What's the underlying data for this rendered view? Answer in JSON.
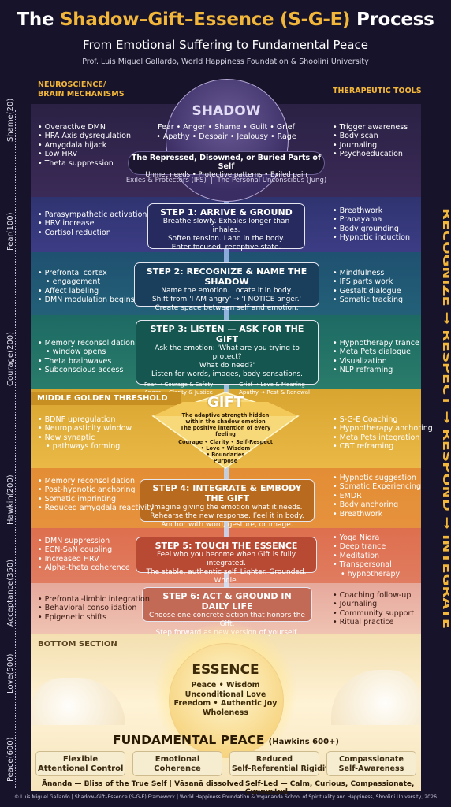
{
  "header": {
    "title_a": "The ",
    "title_b": "Shadow–Gift–Essence (S-G-E)",
    "title_c": " Process",
    "subtitle": "From Emotional Suffering to Fundamental Peace",
    "author": "Prof. Luis Miguel Gallardo, World Happiness Foundation & Shoolini University"
  },
  "columns": {
    "left": "NEUROSCIENCE/\nBRAIN MECHANISMS",
    "right": "THERAPEUTIC TOOLS"
  },
  "hawkins": [
    "Shame(20)",
    "Fear(100)",
    "Courage(200)",
    "Hawkin(200)",
    "Acceptance(350)",
    "Love(500)",
    "Peace(600)"
  ],
  "right_flow": "RECOGNIZE → RESPECT → RESPOND → INTEGRATE",
  "shadow": {
    "title": "SHADOW",
    "emotions1": "Fear • Anger • Shame • Guilt • Grief",
    "emotions2": "• Apathy • Despair • Jealousy • Rage",
    "box_title": "The Repressed, Disowned, or Buried Parts of Self",
    "box_sub": "Unmet needs • Protective patterns • Exiled pain",
    "ifs": "Exiles & Protectors (IFS)",
    "jung": "The Personal Unconscious (Jung)",
    "left": [
      "Overactive DMN",
      "HPA Axis dysregulation",
      "Amygdala hijack",
      "Low HRV",
      "Theta suppression"
    ],
    "right": [
      "Trigger awareness",
      "Body scan",
      "Journaling",
      "Psychoeducation"
    ]
  },
  "step1": {
    "title": "STEP 1: ARRIVE & GROUND",
    "lines": [
      "Breathe slowly. Exhales longer than inhales.",
      "Soften tension. Land in the body.",
      "Enter focused, receptive state."
    ],
    "left": [
      "Parasympathetic activation",
      "HRV increase",
      "Cortisol reduction"
    ],
    "right": [
      "Breathwork",
      "Pranayama",
      "Body grounding",
      "Hypnotic induction"
    ]
  },
  "step2": {
    "title": "STEP 2: RECOGNIZE & NAME THE SHADOW",
    "lines": [
      "Name the emotion. Locate it in body.",
      "Shift from 'I AM angry' → 'I NOTICE anger.'",
      "Create space between self and emotion."
    ],
    "left": [
      "Prefrontal cortex",
      "engagement",
      "Affect labeling",
      "DMN modulation begins"
    ],
    "right": [
      "Mindfulness",
      "IFS parts work",
      "Gestalt dialogue",
      "Somatic tracking"
    ]
  },
  "step3": {
    "title": "STEP 3: LISTEN — ASK FOR THE GIFT",
    "lines": [
      "Ask the emotion: 'What are you trying to protect?",
      "What do need?'",
      "Listen for words, images, body sensations."
    ],
    "pairs": [
      "Fear → Courage & Safety",
      "Grief → Love & Meaning",
      "Anger → Clarity & Justice",
      "Apathy → Rest & Renewal"
    ],
    "left": [
      "Memory reconsolidation",
      "window opens",
      "Theta brainwaves",
      "Subconscious access"
    ],
    "right": [
      "Hypnotherapy trance",
      "Meta Pets dialogue",
      "Visualization",
      "NLP reframing"
    ]
  },
  "gift": {
    "threshold": "MIDDLE GOLDEN THRESHOLD",
    "title": "GIFT",
    "lines": [
      "The adaptive strength hidden",
      "within the shadow emotion",
      "The positive intention of every feeling"
    ],
    "qualities": [
      "Courage • Clarity • Self-Respect",
      "• Love • Wisdom",
      "• Boundaries",
      "Purpose"
    ],
    "left": [
      "BDNF upregulation",
      "Neuroplasticity window",
      "New synaptic",
      "pathways forming"
    ],
    "right": [
      "S-G-E Coaching",
      "Hypnotherapy anchoring",
      "Meta Pets integration",
      "CBT reframing"
    ]
  },
  "step4": {
    "title": "STEP 4: INTEGRATE & EMBODY THE GIFT",
    "lines": [
      "Imagine giving the emotion what it needs.",
      "Rehearse the new response. Feel it in body.",
      "Anchor with word, gesture, or image."
    ],
    "left": [
      "Memory reconsolidation",
      "Post-hypnotic anchoring",
      "Somatic imprinting",
      "Reduced amygdala reactivity"
    ],
    "right": [
      "Hypnotic suggestion",
      "Somatic Experiencing",
      "EMDR",
      "Body anchoring",
      "Breathwork"
    ]
  },
  "step5": {
    "title": "STEP 5: TOUCH THE ESSENCE",
    "lines": [
      "Feel who you become when Gift is fully integrated.",
      "The stable, authentic self. Lighter. Grounded. Whole."
    ],
    "left": [
      "DMN suppression",
      "ECN-SaN coupling",
      "Increased HRV",
      "Alpha-theta coherence"
    ],
    "right": [
      "Yoga Nidra",
      "Deep trance",
      "Meditation",
      "Transpersonal",
      "hypnotherapy"
    ]
  },
  "step6": {
    "title": "STEP 6: ACT & GROUND IN DAILY LIFE",
    "lines": [
      "Choose one concrete action that honors the Gift.",
      "Step forward as new version of yourself."
    ],
    "left": [
      "Prefrontal-limbic integration",
      "Behavioral consolidation",
      "Epigenetic shifts"
    ],
    "right": [
      "Coaching follow-up",
      "Journaling",
      "Community support",
      "Ritual practice"
    ]
  },
  "essence": {
    "section": "BOTTOM SECTION",
    "title": "ESSENCE",
    "lines": [
      "Peace • Wisdom",
      "Unconditional Love",
      "Freedom • Authentic Joy",
      "Wholeness"
    ],
    "peace_title": "FUNDAMENTAL PEACE",
    "peace_note": "(Hawkins 600+)",
    "pillars": [
      "Flexible\nAttentional Control",
      "Emotional\nCoherence",
      "Reduced\nSelf-Referential Rigidity",
      "Compassionate\nSelf-Awareness"
    ],
    "bottom_left": "Ānanda — Bliss of the True Self | Vāsanā dissolved",
    "bottom_right": "Self-Led — Calm, Curious, Compassionate, Connected"
  },
  "footer": "© Luis Miguel Gallardo  |  Shadow–Gift–Essence (S-G-E) Framework  |  World Happiness Foundation & Yogananda School of Spirituality and Happiness, Shoolini University, 2026"
}
